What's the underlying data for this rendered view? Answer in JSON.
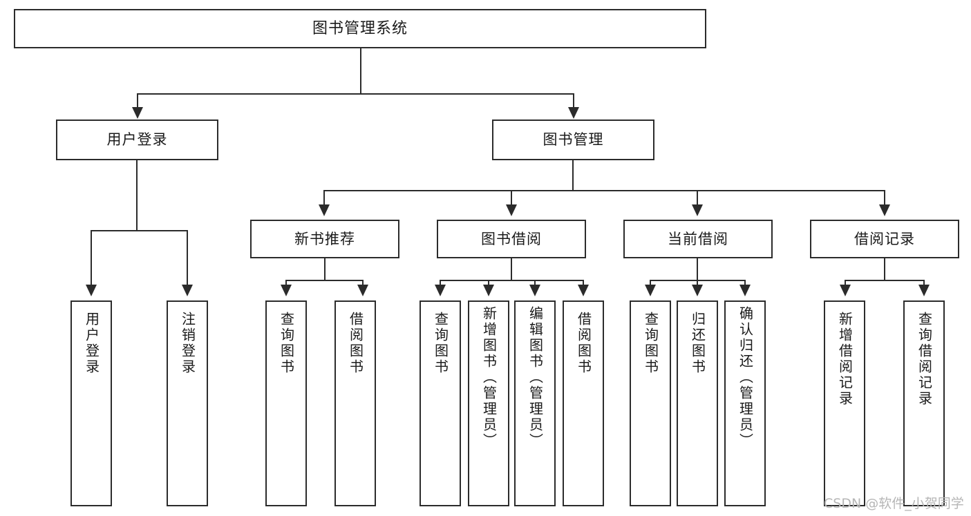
{
  "diagram": {
    "title": "图书管理系统",
    "type": "hierarchy-tree",
    "root": {
      "label": "图书管理系统"
    },
    "level2": [
      {
        "label": "用户登录"
      },
      {
        "label": "图书管理"
      }
    ],
    "level3": [
      {
        "label": "新书推荐"
      },
      {
        "label": "图书借阅"
      },
      {
        "label": "当前借阅"
      },
      {
        "label": "借阅记录"
      }
    ],
    "leaves": {
      "user_login": [
        {
          "label": "用户登录"
        },
        {
          "label": "注销登录"
        }
      ],
      "new_book_recommend": [
        {
          "label": "查询图书"
        },
        {
          "label": "借阅图书"
        }
      ],
      "book_borrow": [
        {
          "label": "查询图书"
        },
        {
          "label": "新增图书（管理员）"
        },
        {
          "label": "编辑图书（管理员）"
        },
        {
          "label": "借阅图书"
        }
      ],
      "current_borrow": [
        {
          "label": "查询图书"
        },
        {
          "label": "归还图书"
        },
        {
          "label": "确认归还（管理员）"
        }
      ],
      "borrow_record": [
        {
          "label": "新增借阅记录"
        },
        {
          "label": "查询借阅记录"
        }
      ]
    }
  },
  "watermark": {
    "text": "CSDN @软件_小贺同学"
  },
  "colors": {
    "stroke": "#2b2b2b",
    "background": "#ffffff",
    "text": "#1a1a1a",
    "watermark": "#b6b6b6"
  }
}
